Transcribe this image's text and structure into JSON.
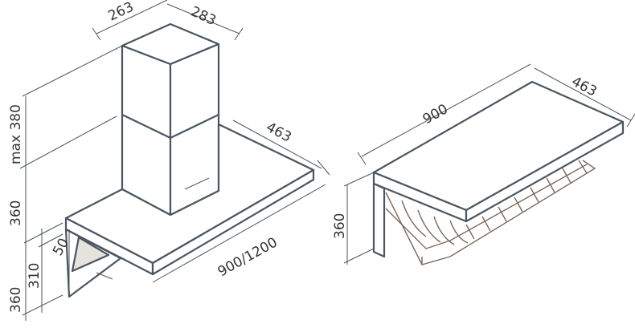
{
  "hood": {
    "dims": {
      "chimney_depth": "263",
      "chimney_width": "283",
      "chimney_height": "max 380",
      "canopy_depth": "463",
      "wall_height": "360",
      "canopy_thickness": "50",
      "side_height": "310",
      "lower_height": "360",
      "width": "900/1200"
    }
  },
  "shelf": {
    "dims": {
      "width": "900",
      "depth": "463",
      "height": "360"
    }
  }
}
